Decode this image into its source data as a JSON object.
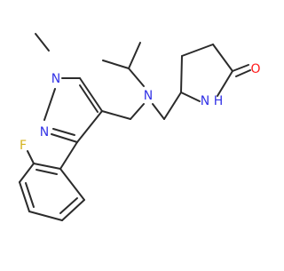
{
  "molecule": {
    "atom_labels": {
      "fluorine": "F",
      "pyrazole_n1": "N",
      "pyrazole_n2": "N",
      "amine_n": "N",
      "lactam_n": "N",
      "lactam_h": "H",
      "carbonyl_o": "O"
    },
    "colors": {
      "bond": "#2b2b2b",
      "nitrogen": "#3333e6",
      "oxygen": "#ff1a1a",
      "fluorine": "#d4b21e",
      "background": "#ffffff"
    }
  }
}
